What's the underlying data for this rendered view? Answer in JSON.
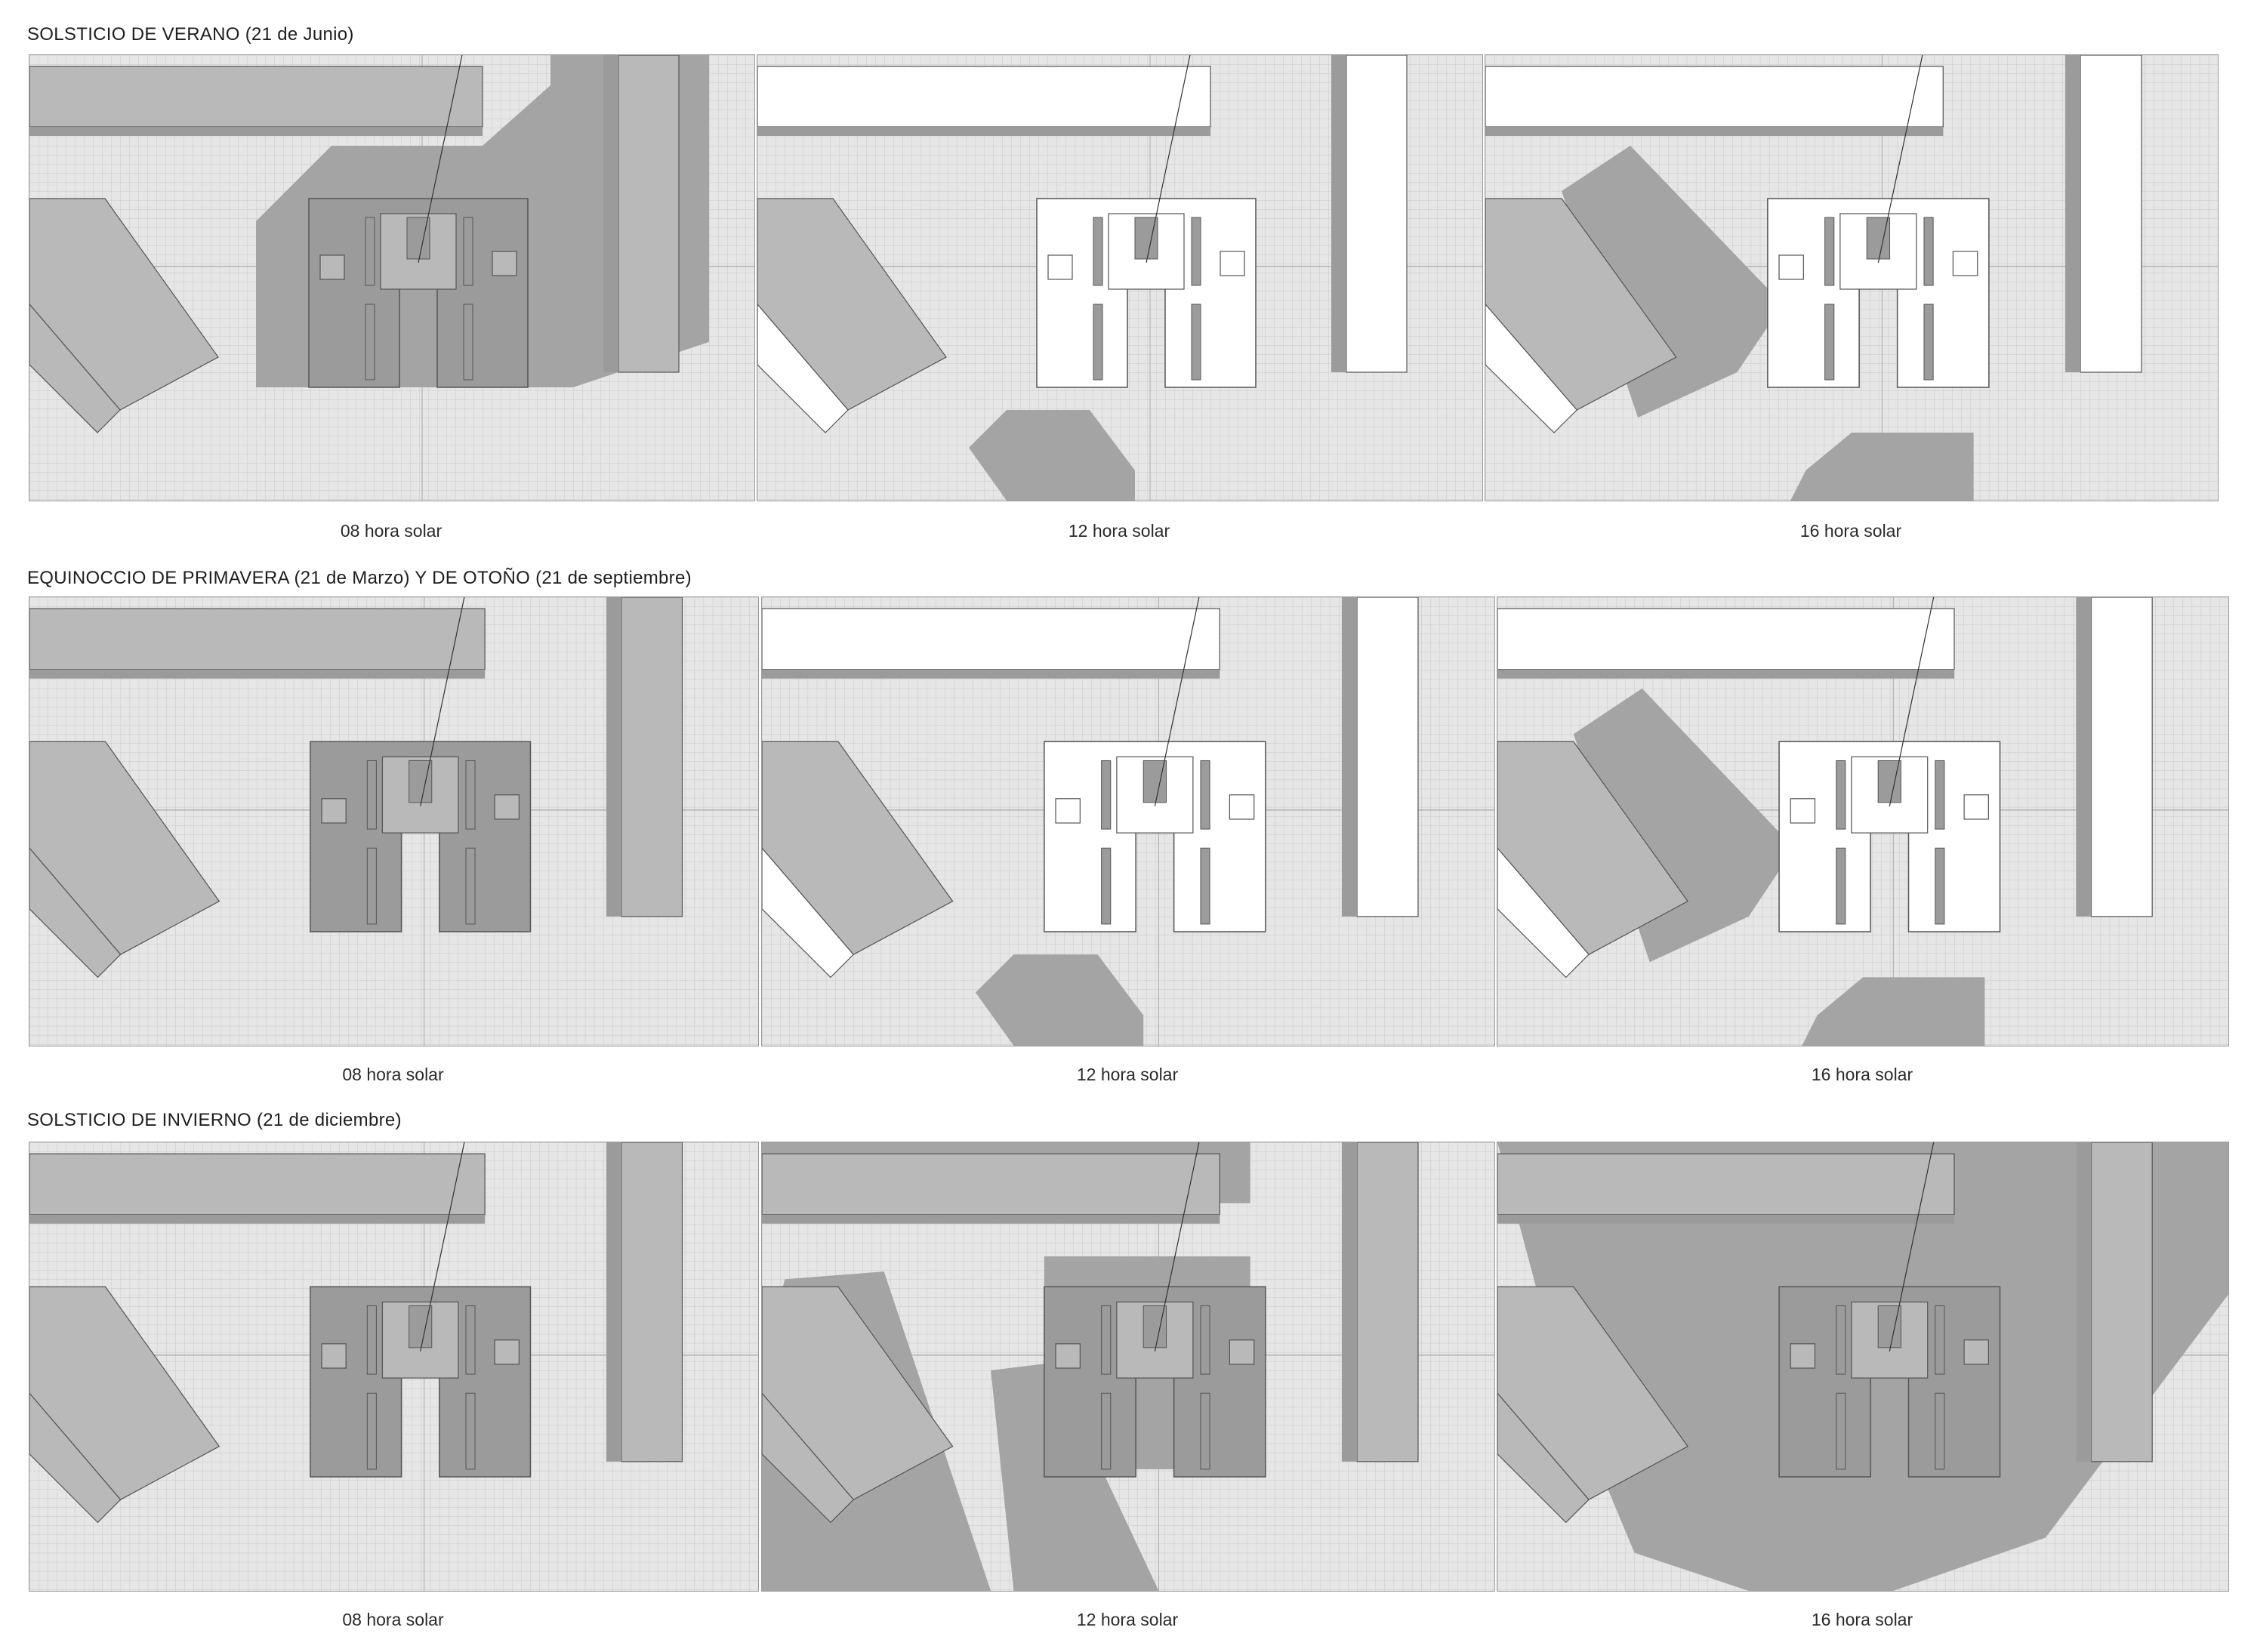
{
  "sections": [
    {
      "title": "SOLSTICIO DE VERANO (21 de Junio)",
      "panels": [
        {
          "caption": "08 hora solar",
          "lit": false,
          "shadow": "west"
        },
        {
          "caption": "12 hora solar",
          "lit": true,
          "shadow": "north"
        },
        {
          "caption": "16 hora solar",
          "lit": true,
          "shadow": "east"
        }
      ]
    },
    {
      "title": "EQUINOCCIO DE PRIMAVERA (21 de Marzo) Y DE OTOÑO (21 de septiembre)",
      "panels": [
        {
          "caption": "08 hora solar",
          "lit": false,
          "shadow": "none"
        },
        {
          "caption": "12 hora solar",
          "lit": true,
          "shadow": "north"
        },
        {
          "caption": "16 hora solar",
          "lit": true,
          "shadow": "east"
        }
      ]
    },
    {
      "title": "SOLSTICIO DE INVIERNO (21 de diciembre)",
      "panels": [
        {
          "caption": "08 hora solar",
          "lit": false,
          "shadow": "none"
        },
        {
          "caption": "12 hora solar",
          "lit": false,
          "shadow": "long-north"
        },
        {
          "caption": "16 hora solar",
          "lit": false,
          "shadow": "long-east"
        }
      ]
    }
  ],
  "colors": {
    "ground": "#e6e6e6",
    "grid": "#c9c9c9",
    "shadow": "#a4a4a4",
    "building_dark": "#9b9b9b",
    "building_mid": "#b9b9b9",
    "building_light": "#ffffff",
    "outline": "#555555"
  }
}
